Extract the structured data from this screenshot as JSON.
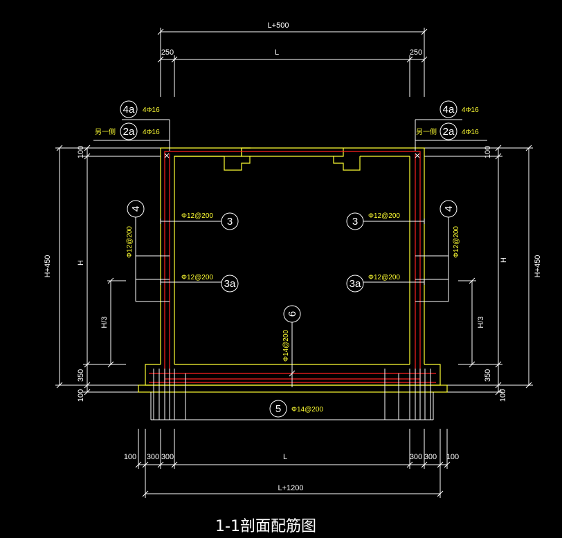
{
  "title": "1-1剖面配筋图",
  "dimensions": {
    "top_total": "L+500",
    "top_left": "250",
    "top_mid": "L",
    "top_right": "250",
    "left_total": "H+450",
    "left_h": "H",
    "left_h3": "H/3",
    "left_top": "100",
    "left_bottom_350": "350",
    "left_bottom_100": "100",
    "right_total": "H+450",
    "right_h": "H",
    "right_h3": "H/3",
    "right_top": "100",
    "right_bottom_350": "350",
    "right_bottom_100": "100",
    "bottom_100_l": "100",
    "bottom_300_l1": "300",
    "bottom_300_l2": "300",
    "bottom_mid": "L",
    "bottom_300_r1": "300",
    "bottom_300_r2": "300",
    "bottom_100_r": "100",
    "bottom_total": "L+1200"
  },
  "rebar": {
    "tag_4a": "4a",
    "tag_2a": "2a",
    "spec_4a": "4Φ16",
    "spec_2a": "4Φ16",
    "side_note": "另一侧",
    "tag_4": "4",
    "spec_4": "Φ12@200",
    "tag_3": "3",
    "spec_3": "Φ12@200",
    "tag_3a": "3a",
    "spec_3a": "Φ12@200",
    "tag_6": "6",
    "spec_6": "Φ14@200",
    "tag_5": "5",
    "spec_5": "Φ14@200"
  },
  "colors": {
    "concrete_outline": "#ffff33",
    "rebar": "#ff2020",
    "dimension": "#ffffff",
    "background": "#000000"
  }
}
